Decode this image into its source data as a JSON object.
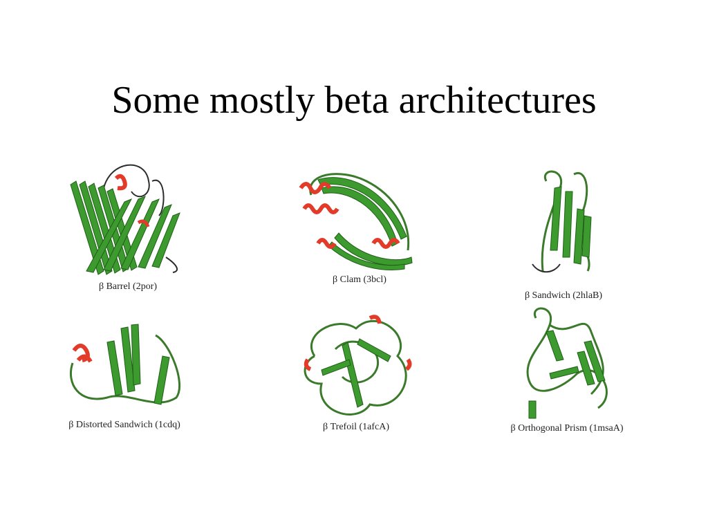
{
  "slide": {
    "title": "Some mostly beta architectures"
  },
  "panels": [
    {
      "caption": "β Barrel (2por)"
    },
    {
      "caption": "β Clam (3bcl)"
    },
    {
      "caption": "β Sandwich (2hlaB)"
    },
    {
      "caption": "β Distorted Sandwich (1cdq)"
    },
    {
      "caption": "β Trefoil (1afcA)"
    },
    {
      "caption": "β Orthogonal Prism (1msaA)"
    }
  ],
  "colors": {
    "strand": "#3d9a2e",
    "strand_dark": "#1f5f17",
    "helix": "#e23b2a",
    "coil": "#2c2c2c",
    "loop": "#3a7a2a"
  }
}
